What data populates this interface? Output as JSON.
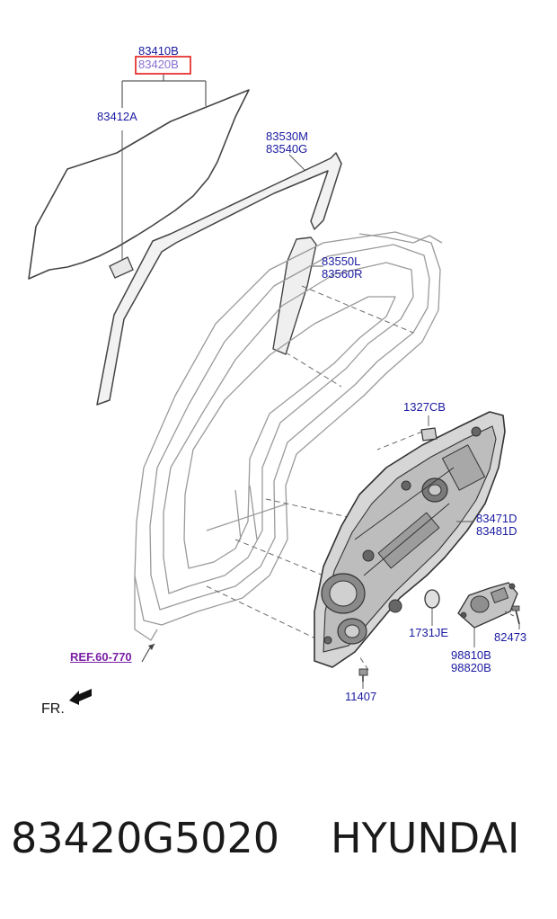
{
  "colors": {
    "label": "#1a1aa0",
    "ref": "#7a1fa6",
    "line": "#5a5a5a",
    "highlight_box": "#e21b1b",
    "highlight_text": "#8a6fd0",
    "text": "#1a1a1a"
  },
  "labels": {
    "p83410B": "83410B",
    "p83420B": "83420B",
    "p83412A": "83412A",
    "p83530M": "83530M",
    "p83540G": "83540G",
    "p83550L": "83550L",
    "p83560R": "83560R",
    "p1327CB": "1327CB",
    "p83471D": "83471D",
    "p83481D": "83481D",
    "p1731JE": "1731JE",
    "p98810B": "98810B",
    "p98820B": "98820B",
    "p82473": "82473",
    "p11407": "11407"
  },
  "ref": "REF.60-770",
  "front_marker": "FR.",
  "footer": {
    "part_number": "83420G5020",
    "brand": "HYUNDAI"
  }
}
